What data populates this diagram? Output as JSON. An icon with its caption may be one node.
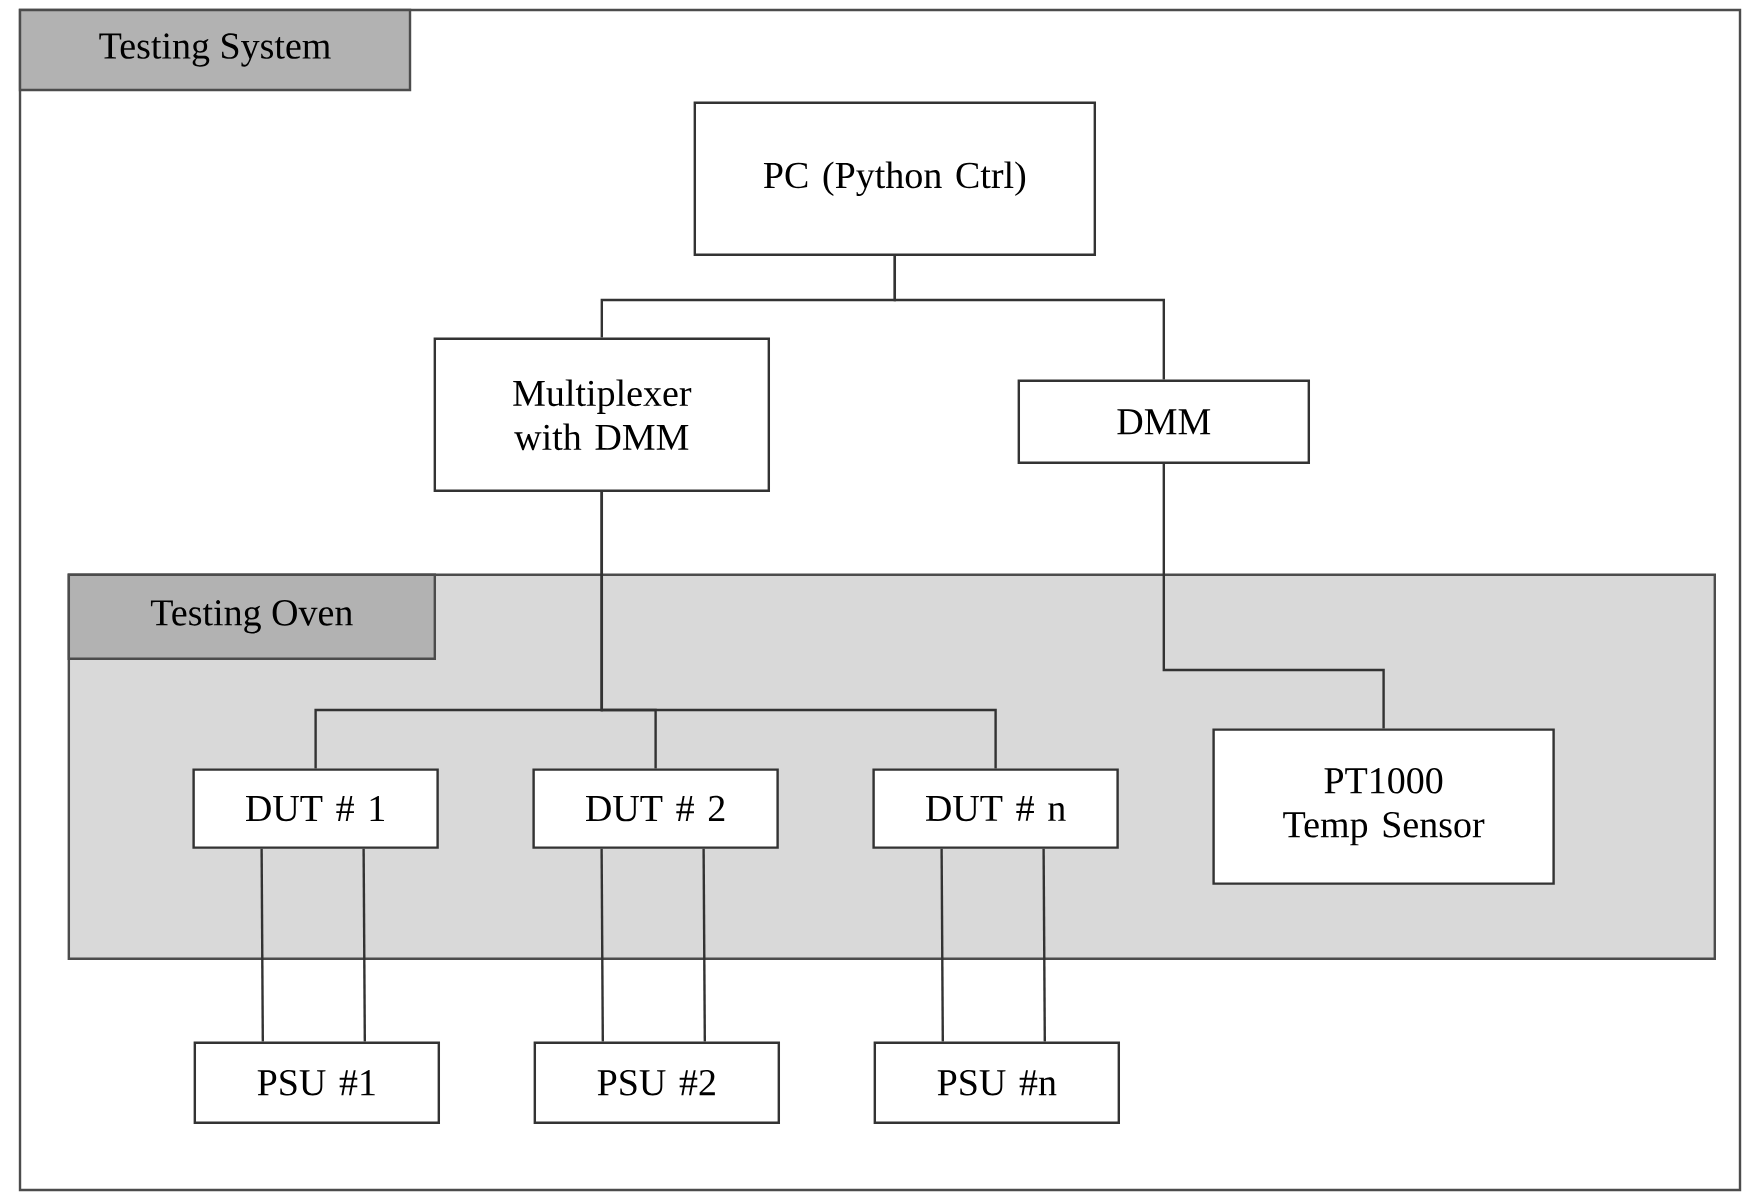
{
  "diagram": {
    "nodes": [
      {
        "text": [
          "Testing System"
        ]
      },
      {
        "text": [
          "PC (Python Ctrl)"
        ],
        "in": 0
      },
      {
        "text": [
          "Multiplexer with DMM"
        ],
        "in": 0
      },
      {
        "text": [
          "DMM"
        ],
        "in": 0
      },
      {
        "text": [
          "Testing Oven"
        ],
        "in": 0
      },
      {
        "text": [
          "DUT # 1"
        ],
        "in": 4
      },
      {
        "text": [
          "DUT # 2"
        ],
        "in": 4
      },
      {
        "text": [
          "DUT # n"
        ],
        "in": 4
      },
      {
        "text": [
          "PT1000 Temp Sensor"
        ],
        "in": 4
      },
      {
        "text": [
          "PSU #1"
        ],
        "in": 0
      },
      {
        "text": [
          "PSU #2"
        ],
        "in": 0
      },
      {
        "text": [
          "PSU #n"
        ],
        "in": 0
      }
    ],
    "edges": [
      {
        "from": 1,
        "to": 2,
        "arrow": "none"
      },
      {
        "from": 1,
        "to": 3,
        "arrow": "none"
      },
      {
        "from": 2,
        "to": 5,
        "arrow": "none"
      },
      {
        "from": 2,
        "to": 6,
        "arrow": "none"
      },
      {
        "from": 2,
        "to": 7,
        "arrow": "none"
      },
      {
        "from": 3,
        "to": 8,
        "arrow": "none"
      },
      {
        "from": 5,
        "to": 9,
        "arrow": "none"
      },
      {
        "from": 5,
        "to": 9,
        "arrow": "none"
      },
      {
        "from": 6,
        "to": 10,
        "arrow": "none"
      },
      {
        "from": 6,
        "to": 10,
        "arrow": "none"
      },
      {
        "from": 7,
        "to": 11,
        "arrow": "none"
      },
      {
        "from": 7,
        "to": 11,
        "arrow": "none"
      }
    ]
  }
}
